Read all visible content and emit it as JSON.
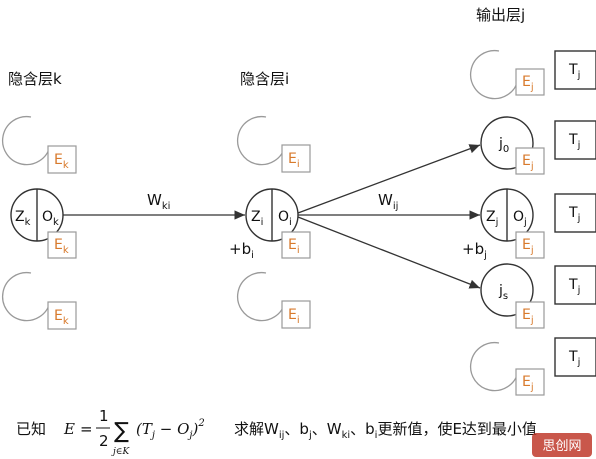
{
  "layers": {
    "k_title": "隐含层k",
    "i_title": "隐含层i",
    "j_title": "输出层j"
  },
  "neuron_k": {
    "z": "Z",
    "z_sub": "k",
    "o": "O",
    "o_sub": "k"
  },
  "neuron_i": {
    "z": "Z",
    "z_sub": "i",
    "o": "O",
    "o_sub": "i",
    "bias": "+b",
    "bias_sub": "i"
  },
  "neuron_j": {
    "z": "Z",
    "z_sub": "j",
    "o": "O",
    "o_sub": "j",
    "bias": "+b",
    "bias_sub": "j"
  },
  "neuron_j0": {
    "label": "j",
    "sub": "0"
  },
  "neuron_js": {
    "label": "j",
    "sub": "s"
  },
  "error_labels": {
    "ek": {
      "base": "E",
      "sub": "k"
    },
    "ei": {
      "base": "E",
      "sub": "i"
    },
    "ej": {
      "base": "E",
      "sub": "j"
    }
  },
  "target_label": {
    "base": "T",
    "sub": "j"
  },
  "weights": {
    "w_ki": {
      "base": "W",
      "sub": "ki"
    },
    "w_ij": {
      "base": "W",
      "sub": "ij"
    }
  },
  "formula": {
    "prefix": "已知",
    "equation": {
      "lhs": "E",
      "equals": "=",
      "frac_num": "1",
      "frac_den": "2",
      "sigma": "∑",
      "sigma_sub": "j∈K",
      "term_open": "(T",
      "term_t_sub": "j",
      "term_minus": " − O",
      "term_o_sub": "j",
      "term_close": ")",
      "power": "2"
    },
    "suffix": {
      "part1": "求解W",
      "w_ij_sub": "ij",
      "sep1": "、b",
      "b_j_sub": "j",
      "sep2": "、W",
      "w_ki_sub": "ki",
      "sep3": "、b",
      "b_i_sub": "i",
      "tail": "更新值，使E达到最小值"
    }
  },
  "watermark": {
    "text": "思创网"
  },
  "colors": {
    "error_text": "#d87a2c",
    "watermark": "#c0392b"
  },
  "icons": {
    "watermark": "site-watermark-logo"
  }
}
